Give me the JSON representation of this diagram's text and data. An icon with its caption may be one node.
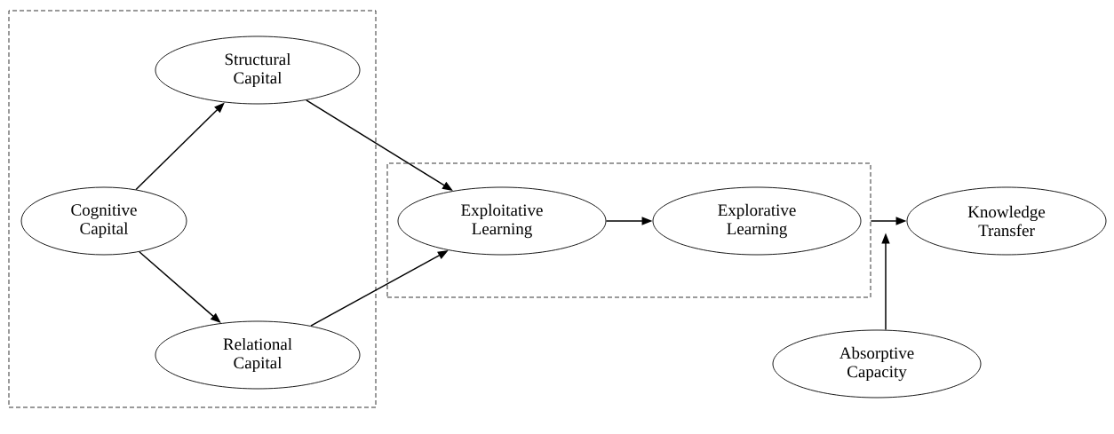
{
  "diagram": {
    "nodes": [
      {
        "text": [],
        "shape": "box"
      },
      {
        "text": [
          "Structural Capital"
        ],
        "in": 0
      },
      {
        "text": [
          "Cognitive Capital"
        ],
        "in": 0
      },
      {
        "text": [
          "Relational Capital"
        ],
        "in": 0
      },
      {
        "text": [],
        "shape": "box"
      },
      {
        "text": [
          "Exploitative Learning"
        ],
        "in": 4
      },
      {
        "text": [
          "Explorative Learning"
        ],
        "in": 4
      },
      {
        "text": [
          "Knowledge Transfer"
        ]
      },
      {
        "text": [
          "Absorptive Capacity"
        ]
      }
    ],
    "edges": [
      {
        "from": 2,
        "to": 1,
        "arrow": "to"
      },
      {
        "from": 2,
        "to": 3,
        "arrow": "to"
      },
      {
        "from": 1,
        "to": 5,
        "arrow": "to"
      },
      {
        "from": 3,
        "to": 5,
        "arrow": "to"
      },
      {
        "from": 5,
        "to": 6,
        "arrow": "to"
      },
      {
        "from": 4,
        "to": 7,
        "arrow": "to"
      },
      {
        "from": 8,
        "to": 4,
        "arrow": "to"
      }
    ]
  }
}
